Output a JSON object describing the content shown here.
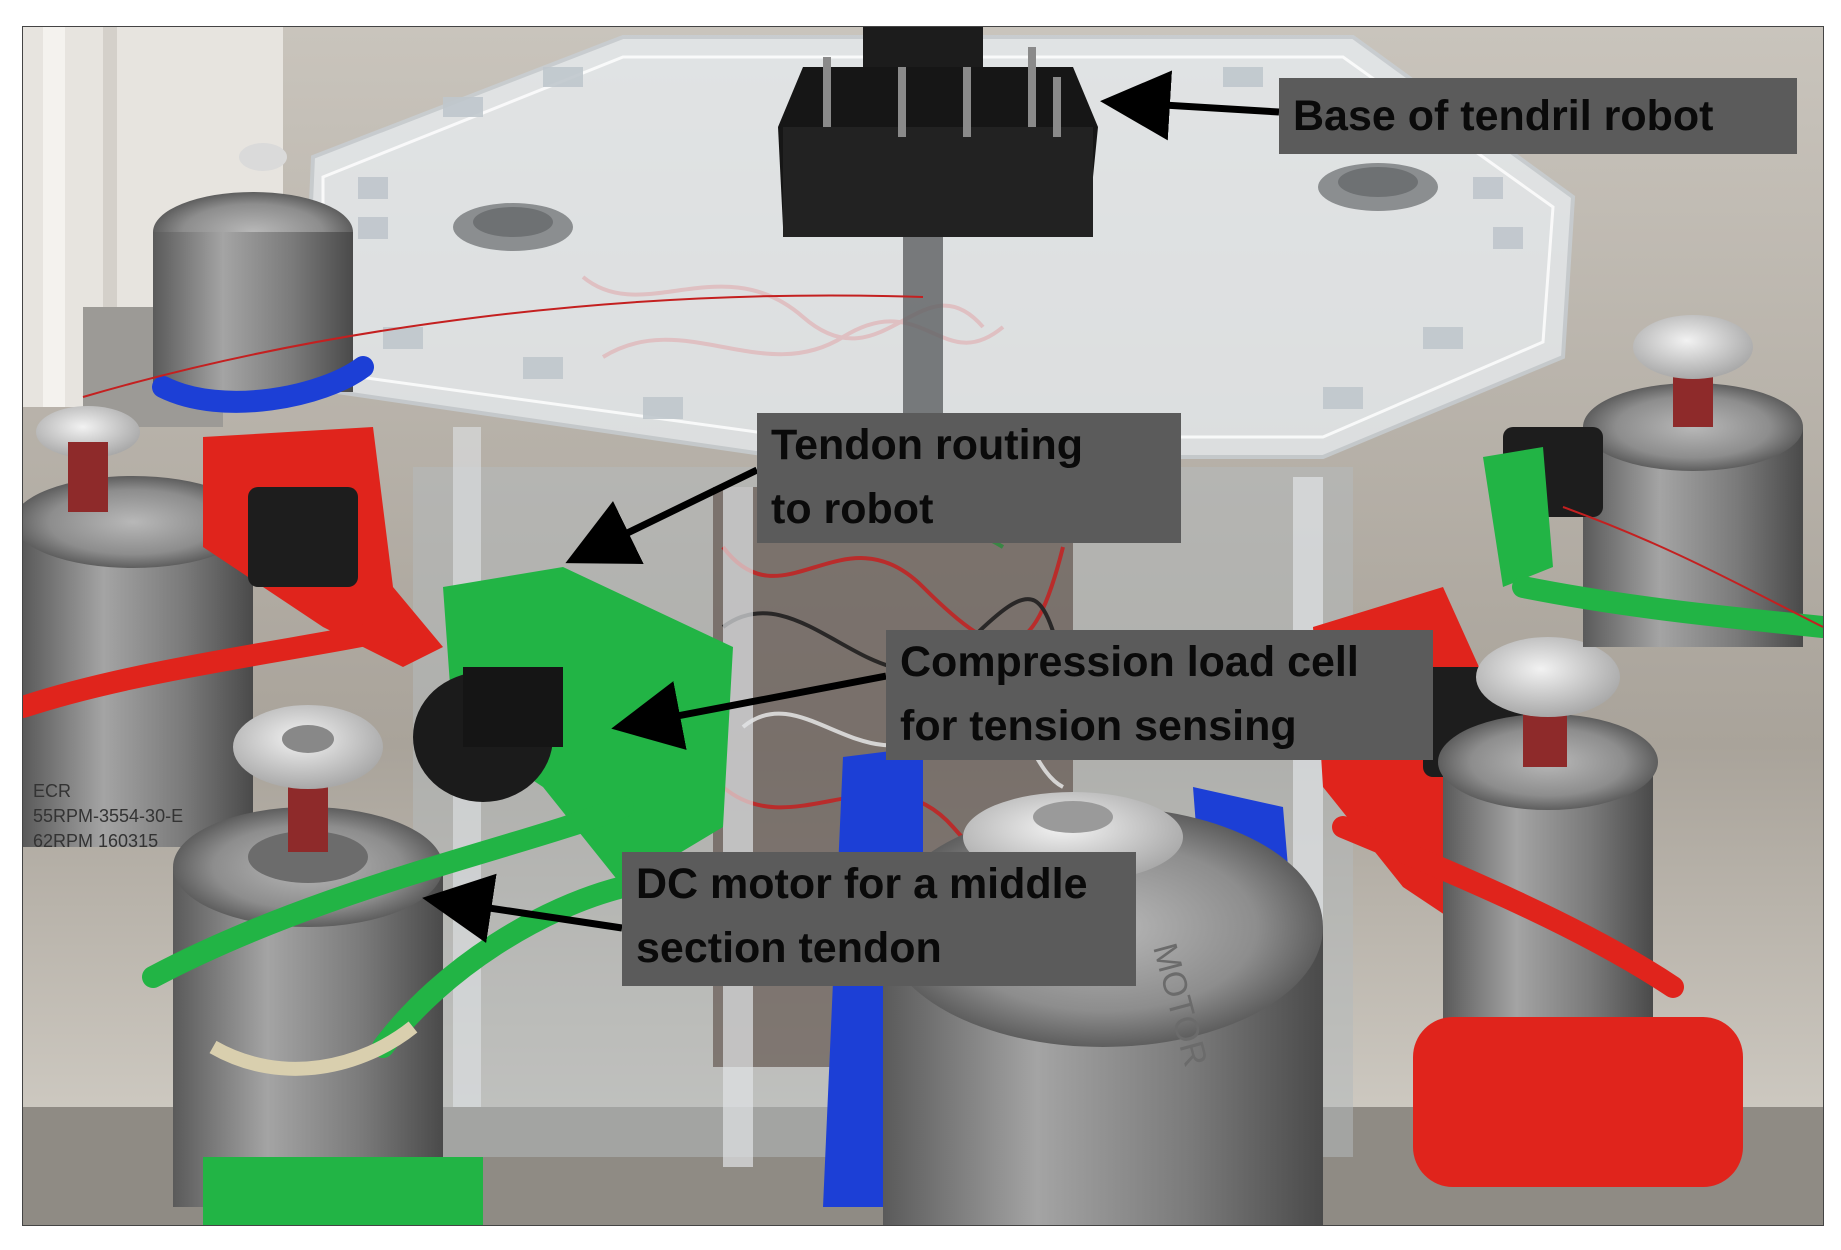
{
  "labels": {
    "base": "Base of tendril robot",
    "tendon_line1": "Tendon routing",
    "tendon_line2": "to robot",
    "cell_line1": "Compression load cell",
    "cell_line2": "for tension sensing",
    "dc_line1": "DC motor for a middle",
    "dc_line2": "section tendon"
  },
  "photo_text": {
    "motor_label_line1": "ECR",
    "motor_label_line2": "55RPM-3554-30-E",
    "motor_label_line3": "62RPM  160315",
    "motor_casting": "MOTOR"
  },
  "colors": {
    "label_background": "#5b5b5b",
    "label_text": "#0a0a0a",
    "arrow": "#000000",
    "bracket_red": "#e0241c",
    "bracket_green": "#22b445",
    "bracket_blue": "#1c3fd6"
  }
}
